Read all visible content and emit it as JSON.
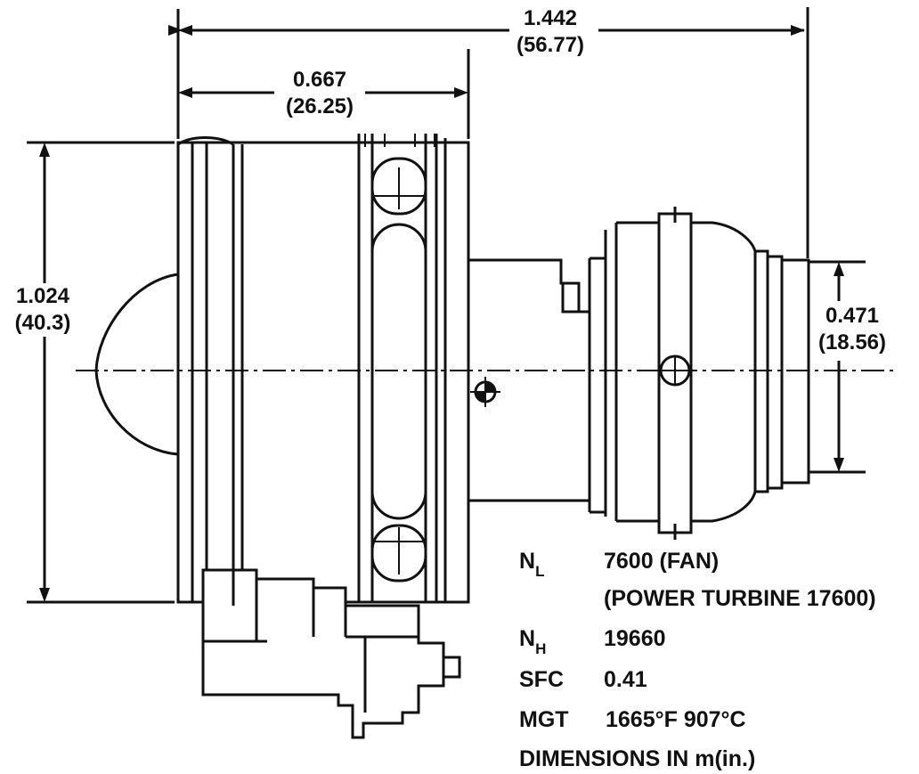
{
  "dimensions": {
    "overall_length": {
      "m": "1.442",
      "in": "(56.77)"
    },
    "fan_section_length": {
      "m": "0.667",
      "in": "(26.25)"
    },
    "fan_diameter": {
      "m": "1.024",
      "in": "(40.3)"
    },
    "exhaust_diameter": {
      "m": "0.471",
      "in": "(18.56)"
    }
  },
  "specs": {
    "nl": {
      "label": "N",
      "subscript": "L",
      "value": "7600 (FAN)",
      "value2": "(POWER TURBINE 17600)"
    },
    "nh": {
      "label": "N",
      "subscript": "H",
      "value": "19660"
    },
    "sfc": {
      "label": "SFC",
      "value": "0.41"
    },
    "mgt": {
      "label": "MGT",
      "value": "1665°F 907°C"
    },
    "units_note": "DIMENSIONS IN m(in.)"
  }
}
